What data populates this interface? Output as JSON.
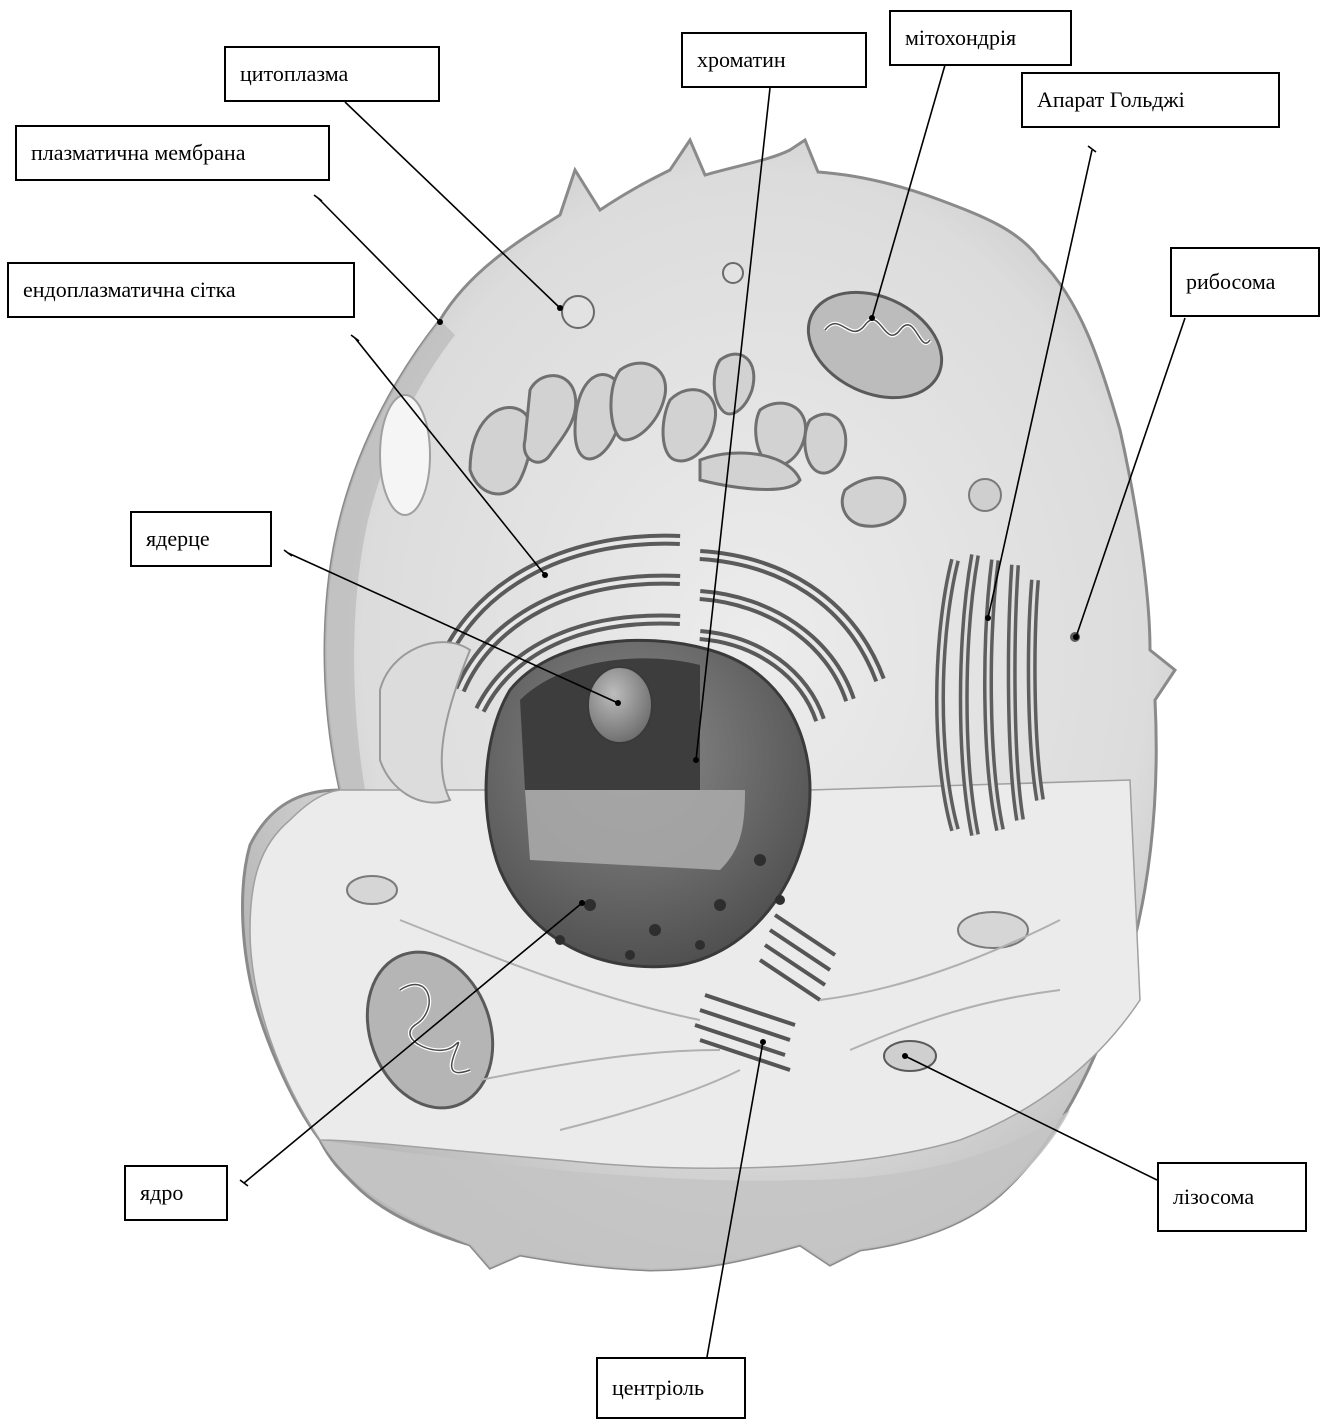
{
  "labels": {
    "cytoplasm": "цитоплазма",
    "plasma_membrane": "плазматична мембрана",
    "er": "ендоплазматична сітка",
    "nucleolus": "ядерце",
    "nucleus": "ядро",
    "chromatin": "хроматин",
    "mitochondrion": "мітохондрія",
    "golgi": "Апарат Гольджі",
    "ribosome": "рибосома",
    "lysosome": "лізосома",
    "centriole": "центріоль"
  },
  "colors": {
    "cell_light": "#e6e6e6",
    "cell_mid": "#cfcfcf",
    "cell_dark": "#9a9a9a",
    "nucleus_dark": "#4a4a4a",
    "line": "#000000"
  }
}
